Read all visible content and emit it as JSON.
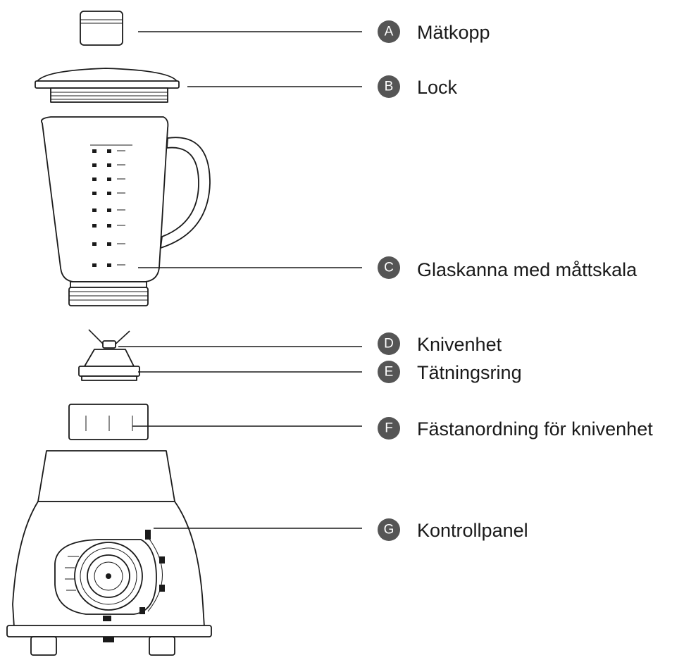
{
  "colors": {
    "ink": "#1a1a1a",
    "badge": "#555555",
    "background": "#ffffff"
  },
  "parts": [
    {
      "letter": "A",
      "label": "Mätkopp"
    },
    {
      "letter": "B",
      "label": "Lock"
    },
    {
      "letter": "C",
      "label": "Glaskanna med måttskala"
    },
    {
      "letter": "D",
      "label": "Knivenhet"
    },
    {
      "letter": "E",
      "label": "Tätningsring"
    },
    {
      "letter": "F",
      "label": "Fästanordning för knivenhet"
    },
    {
      "letter": "G",
      "label": "Kontrollpanel"
    }
  ]
}
